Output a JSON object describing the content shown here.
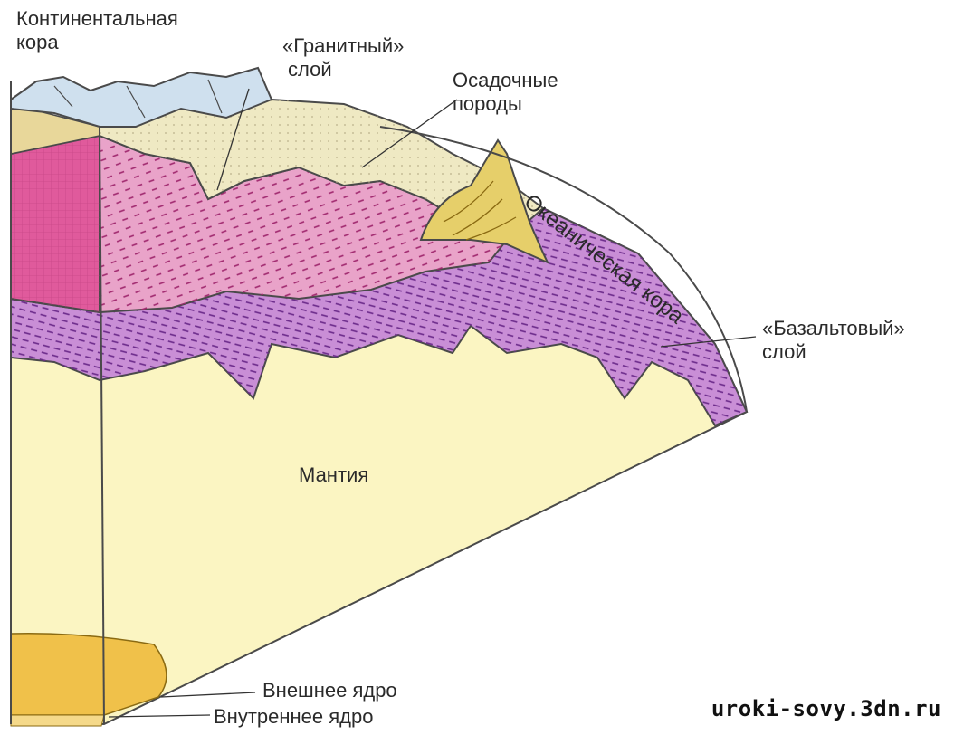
{
  "labels": {
    "continental_crust": [
      "Континентальная",
      "кора"
    ],
    "granite_layer": [
      "«Гранитный»",
      "слой"
    ],
    "sedimentary_rocks": [
      "Осадочные",
      "породы"
    ],
    "oceanic_crust": "Океаническая кора",
    "basalt_layer": [
      "«Базальтовый»",
      "слой"
    ],
    "mantle": "Мантия",
    "outer_core": "Внешнее ядро",
    "inner_core": "Внутреннее ядро"
  },
  "watermark": "uroki-sovy.3dn.ru",
  "colors": {
    "mantle": "#fbf5c2",
    "granite": "#e9a3c9",
    "granite_side": "#e05a9c",
    "basalt": "#c98ed6",
    "sediment": "#efe9c3",
    "mountains": "#cfe0ee",
    "outer_core": "#f0c14a",
    "volcano": "#e6cf6a",
    "outline": "#4a4a4a"
  }
}
